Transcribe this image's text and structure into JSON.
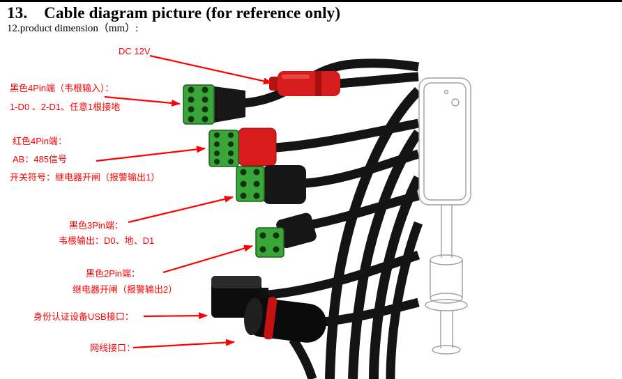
{
  "page": {
    "title": "13.    Cable diagram picture (for reference only)",
    "subtitle": "12.product dimension（mm）:"
  },
  "annotations": {
    "dc": {
      "text": "DC  12V"
    },
    "black_4pin": {
      "line1": "黑色4Pin端（韦根输入）：",
      "line2": "1-D0 、2-D1、任意1根接地"
    },
    "red_4pin": {
      "line1": "红色4Pin端：",
      "line2": "AB：485信号",
      "line3": "开关符号：继电器开闸（报警输出1）"
    },
    "black_3pin": {
      "line1": "黑色3Pin端：",
      "line2": "韦根输出：D0、地、D1"
    },
    "black_2pin": {
      "line1": "黑色2Pin端：",
      "line2": "继电器开闸（报警输出2）"
    },
    "usb": {
      "text": "身份认证设备USB接口："
    },
    "network": {
      "text": "网线接口："
    }
  },
  "colors": {
    "annotation_red": "#ff0000",
    "connector_green": "#3aa63a",
    "connector_red": "#d81c1c",
    "dc_plug_red": "#d61c1c",
    "cable_black": "#141414"
  }
}
